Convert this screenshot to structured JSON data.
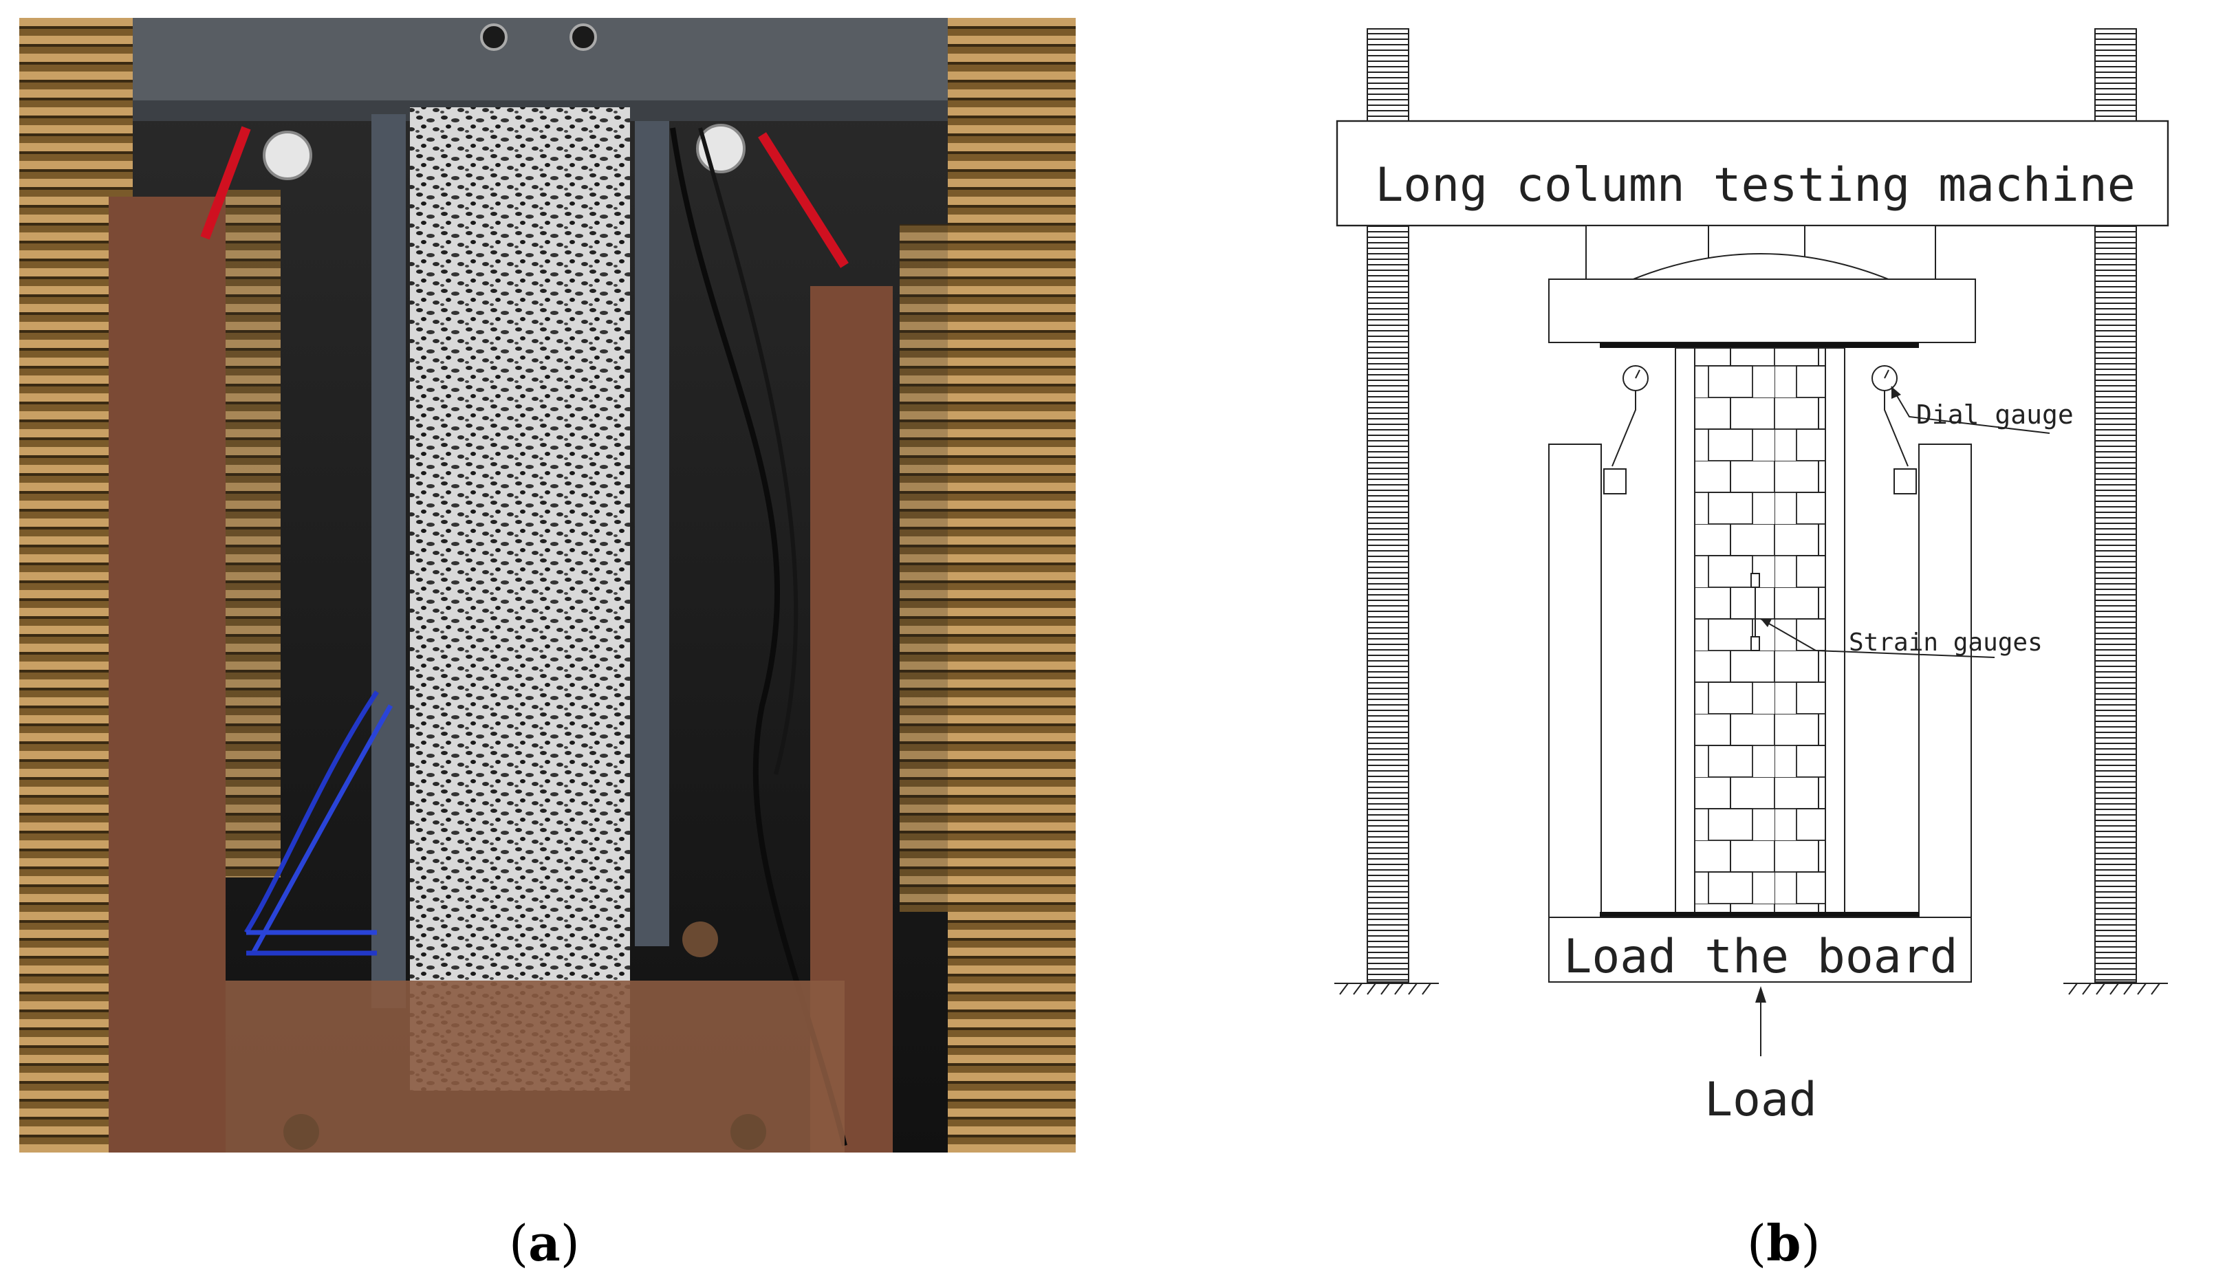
{
  "panel_a": {
    "caption_open": "(",
    "caption_letter": "a",
    "caption_close": ")"
  },
  "panel_b": {
    "caption_open": "(",
    "caption_letter": "b",
    "caption_close": ")",
    "labels": {
      "machine": "Long column testing machine",
      "dial_gauge": "Dial gauge",
      "strain_gauges": "Strain gauges",
      "board": "Load the board",
      "load": "Load"
    }
  }
}
